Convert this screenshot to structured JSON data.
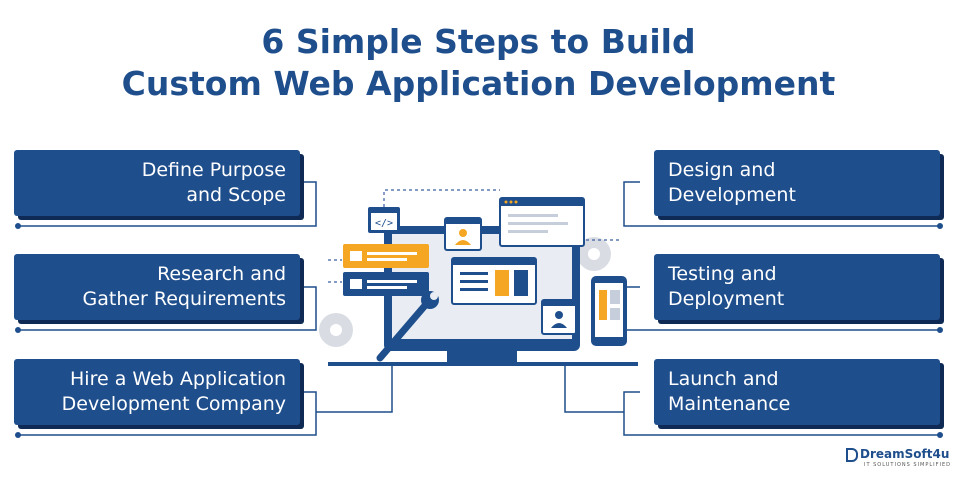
{
  "title": {
    "line1": "6 Simple Steps to Build",
    "line2": "Custom Web Application Development"
  },
  "steps_left": [
    {
      "line1": "Define Purpose",
      "line2": "and Scope"
    },
    {
      "line1": "Research and",
      "line2": "Gather Requirements"
    },
    {
      "line1": "Hire a Web Application",
      "line2": "Development Company"
    }
  ],
  "steps_right": [
    {
      "line1": "Design and",
      "line2": "Development"
    },
    {
      "line1": "Testing and",
      "line2": "Deployment"
    },
    {
      "line1": "Launch and",
      "line2": "Maintenance"
    }
  ],
  "logo": {
    "name": "DreamSoft4u",
    "tagline": "IT SOLUTIONS SIMPLIFIED"
  },
  "colors": {
    "primary": "#1f4e8c",
    "accent": "#f5a623",
    "shadow": "#0f2a55"
  }
}
